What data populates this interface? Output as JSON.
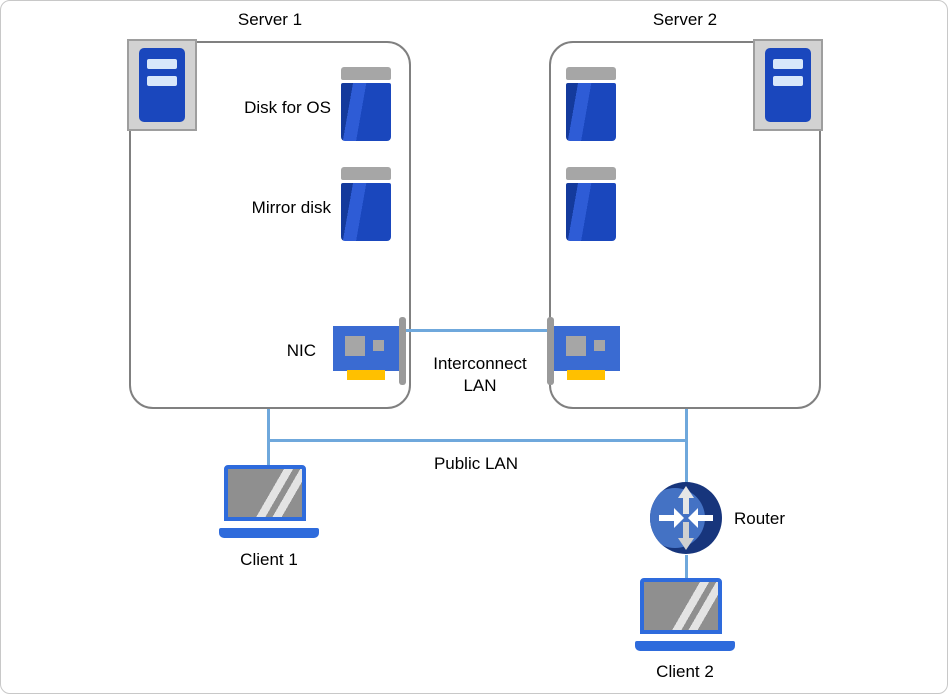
{
  "servers": [
    {
      "title": "Server 1",
      "disk1_label": "Disk for OS",
      "disk2_label": "Mirror disk",
      "nic_label": "NIC"
    },
    {
      "title": "Server 2"
    }
  ],
  "network": {
    "interconnect_line1": "Interconnect",
    "interconnect_line2": "LAN",
    "public_lan": "Public LAN",
    "router": "Router"
  },
  "clients": [
    {
      "label": "Client 1"
    },
    {
      "label": "Client 2"
    }
  ],
  "colors": {
    "line_blue": "#6fa8dc",
    "disk_blue": "#1a47bd",
    "disk_cap_gray": "#a6a6a6",
    "nic_blue": "#3a6bd2",
    "nic_yellow": "#ffc000",
    "laptop_blue": "#2e6bdc",
    "laptop_screen_gray": "#8f8f8f",
    "router_dark": "#17357c",
    "router_light": "#4472c4",
    "box_border": "#808080"
  }
}
